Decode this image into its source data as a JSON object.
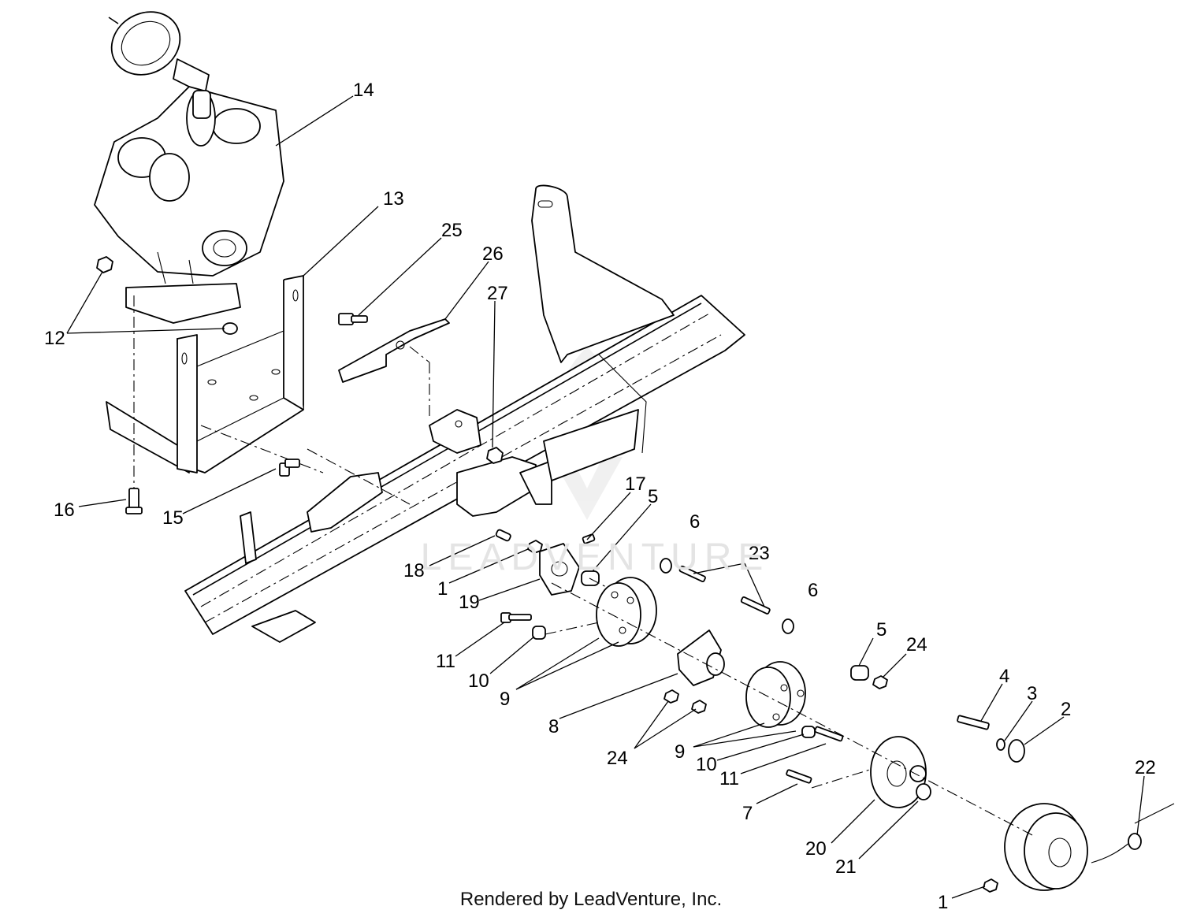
{
  "callouts": [
    "14",
    "13",
    "25",
    "26",
    "27",
    "12",
    "16",
    "15",
    "17",
    "5",
    "6",
    "23",
    "18",
    "1",
    "19",
    "6",
    "11",
    "10",
    "9",
    "5",
    "24",
    "8",
    "24",
    "9",
    "10",
    "11",
    "4",
    "3",
    "2",
    "7",
    "20",
    "21",
    "22",
    "1"
  ],
  "watermark": "LEADVENTURE",
  "footer": "Rendered by LeadVenture, Inc."
}
